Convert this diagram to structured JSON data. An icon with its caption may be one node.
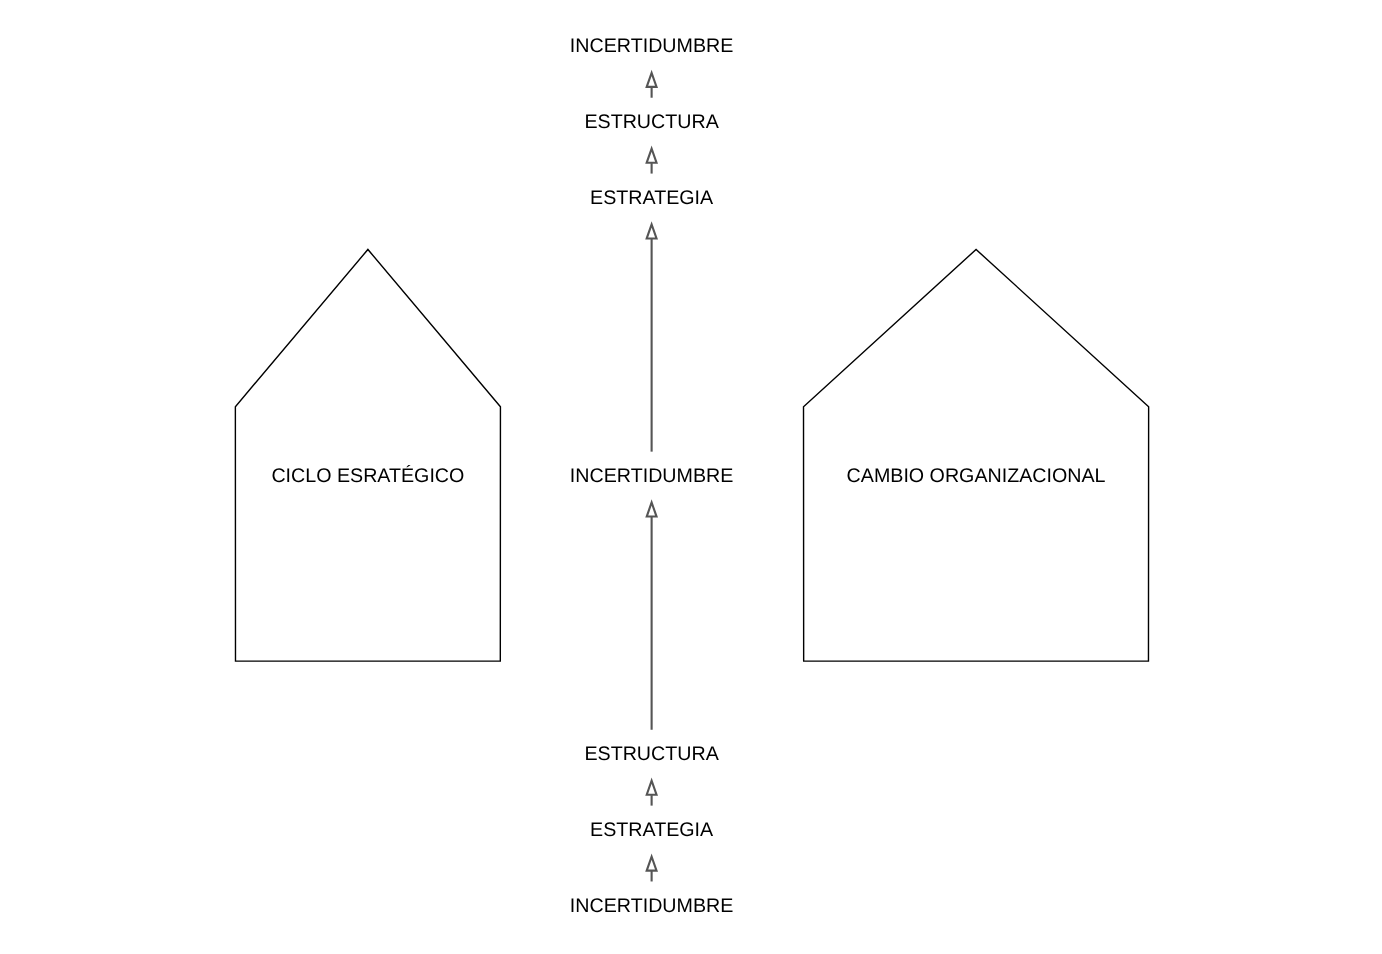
{
  "diagram": {
    "nodes": [
      {
        "text": [
          "CICLO ESRATÉGICO"
        ]
      },
      {
        "text": [
          "INCERTIDUMBRE"
        ]
      },
      {
        "text": [
          "ESTRUCTURA"
        ]
      },
      {
        "text": [
          "ESTRATEGIA"
        ]
      },
      {
        "text": [
          "INCERTIDUMBRE"
        ]
      },
      {
        "text": [
          "ESTRUCTURA"
        ]
      },
      {
        "text": [
          "ESTRATEGIA"
        ]
      },
      {
        "text": [
          "INCERTIDUMBRE"
        ]
      },
      {
        "text": [
          "CAMBIO ORGANIZACIONAL"
        ]
      }
    ],
    "edges": [
      {
        "from": 2,
        "to": 1,
        "arrow": "to"
      },
      {
        "from": 3,
        "to": 2,
        "arrow": "to"
      },
      {
        "from": 4,
        "to": 3,
        "arrow": "to"
      },
      {
        "from": 5,
        "to": 4,
        "arrow": "to"
      },
      {
        "from": 6,
        "to": 5,
        "arrow": "to"
      },
      {
        "from": 7,
        "to": 6,
        "arrow": "to"
      }
    ]
  }
}
